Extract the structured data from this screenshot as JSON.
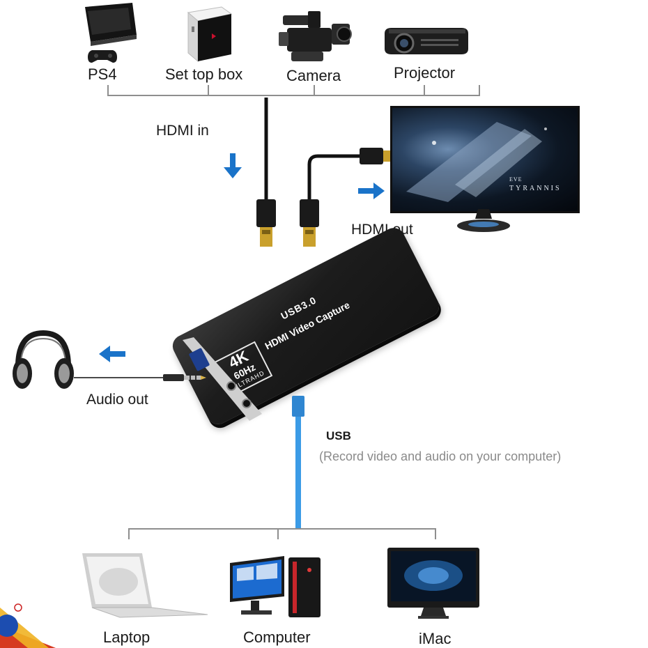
{
  "sources": [
    {
      "label": "PS4",
      "icon": "game-console-icon"
    },
    {
      "label": "Set top box",
      "icon": "set-top-box-icon"
    },
    {
      "label": "Camera",
      "icon": "camcorder-icon"
    },
    {
      "label": "Projector",
      "icon": "projector-icon"
    }
  ],
  "connections": {
    "hdmi_in": "HDMI in",
    "hdmi_out": "HDMI out",
    "audio_out": "Audio out",
    "usb_title": "USB",
    "usb_desc": "(Record video and audio on your computer)"
  },
  "device": {
    "model_line1": "USB3.0",
    "model_line2": "HDMI Video Capture",
    "badge_big": "4K",
    "badge_small": "60Hz",
    "badge_ultra": "ULTRAHD"
  },
  "monitor_screen": {
    "brand": "EVE",
    "subtitle": "TYRANNIS"
  },
  "computers": [
    {
      "label": "Laptop",
      "icon": "laptop-icon"
    },
    {
      "label": "Computer",
      "icon": "desktop-computer-icon"
    },
    {
      "label": "iMac",
      "icon": "imac-icon"
    }
  ],
  "colors": {
    "arrow": "#1a73c9",
    "usb_cable": "#3b9be6",
    "device": "#1c1c1c"
  }
}
